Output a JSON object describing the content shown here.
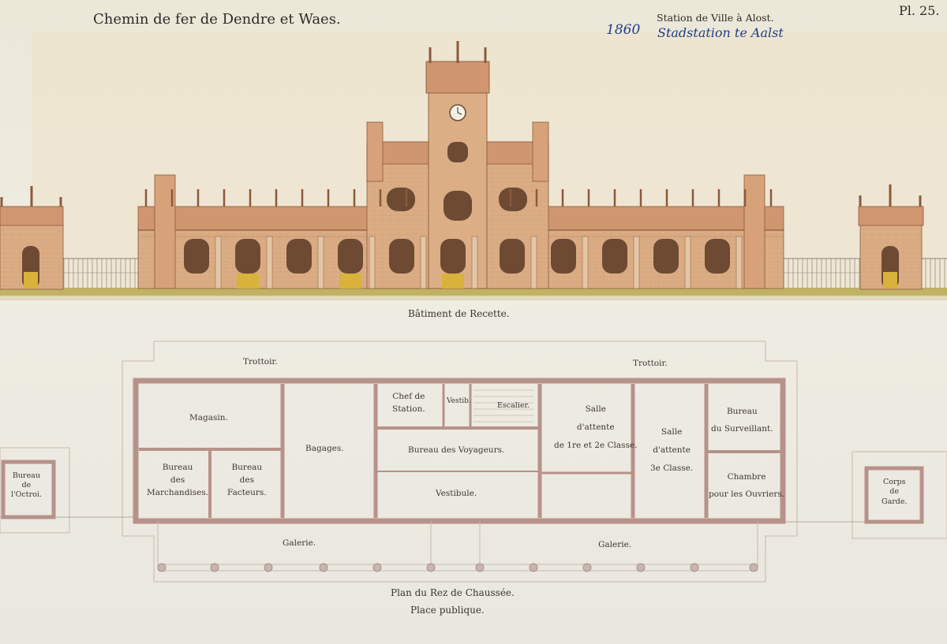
{
  "header": {
    "title": "Chemin de fer de Dendre et Waes.",
    "station": "Station de Ville à Alost.",
    "plate": "Pl. 25.",
    "handwritten_year": "1860",
    "handwritten_note": "Stadstation te Aalst"
  },
  "elevation": {
    "caption": "Bâtiment de Recette."
  },
  "plan": {
    "caption": "Plan du Rez de Chaussée.",
    "sub_caption": "Place publique.",
    "trottoir_left": "Trottoir.",
    "trottoir_right": "Trottoir.",
    "galerie_left": "Galerie.",
    "galerie_right": "Galerie.",
    "rooms": {
      "magasin": "Magasin.",
      "bagages": "Bagages.",
      "chef_line1": "Chef de",
      "chef_line2": "Station.",
      "vestib": "Vestib.",
      "escalier": "Escalier.",
      "bureau_voyageurs": "Bureau des Voyageurs.",
      "vestibule": "Vestibule.",
      "salle1_line1": "Salle",
      "salle1_line2": "d'attente",
      "salle1_line3": "de 1re et 2e Classe.",
      "salle3_line1": "Salle",
      "salle3_line2": "d'attente",
      "salle3_line3": "3e Classe.",
      "surv_line1": "Bureau",
      "surv_line2": "du Surveillant.",
      "chambre_line1": "Chambre",
      "chambre_line2": "pour les Ouvriers.",
      "march_line1": "Bureau",
      "march_line2": "des",
      "march_line3": "Marchandises.",
      "fact_line1": "Bureau",
      "fact_line2": "des",
      "fact_line3": "Facteurs.",
      "octroi_line1": "Bureau",
      "octroi_line2": "de",
      "octroi_line3": "l'Octroi.",
      "garde_line1": "Corps",
      "garde_line2": "de",
      "garde_line3": "Garde."
    }
  },
  "colors": {
    "wall": "#d9a77f",
    "wall_dark": "#b97d5a",
    "roof_trim": "#c58a62",
    "window": "#6e4a33",
    "door": "#d8b23a",
    "ground": "#b8a84e",
    "plan_wall": "#b89a8a",
    "ink": "#3a3530",
    "hand_ink": "#1f3f8a"
  }
}
